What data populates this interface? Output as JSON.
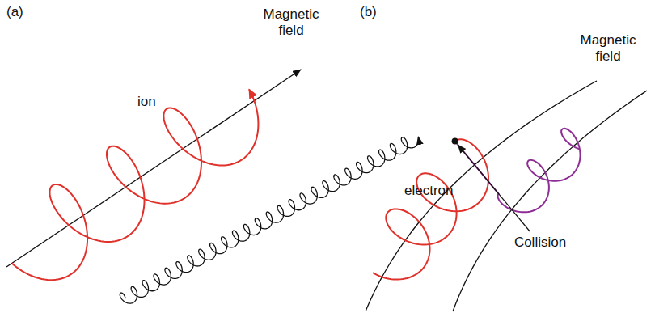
{
  "diagram": {
    "labels": [
      "(a)",
      "Magnetic field",
      "ion",
      "electron",
      "(b)",
      "Magnetic field",
      "Collision"
    ]
  }
}
